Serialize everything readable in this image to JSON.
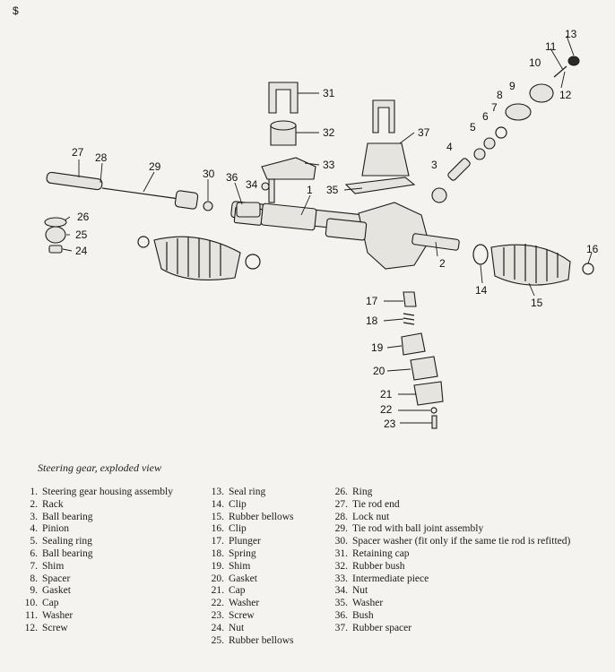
{
  "figure": {
    "title": "Steering gear, exploded view",
    "stray_mark": "$",
    "callouts": [
      "1",
      "2",
      "3",
      "4",
      "5",
      "6",
      "7",
      "8",
      "9",
      "10",
      "11",
      "12",
      "13",
      "14",
      "15",
      "16",
      "17",
      "18",
      "19",
      "20",
      "21",
      "22",
      "23",
      "24",
      "25",
      "26",
      "27",
      "28",
      "29",
      "30",
      "31",
      "32",
      "33",
      "34",
      "35",
      "36",
      "37"
    ]
  },
  "legend": {
    "col1": [
      {
        "n": "1.",
        "t": "Steering gear housing assembly"
      },
      {
        "n": "2.",
        "t": "Rack"
      },
      {
        "n": "3.",
        "t": "Ball bearing"
      },
      {
        "n": "4.",
        "t": "Pinion"
      },
      {
        "n": "5.",
        "t": "Sealing ring"
      },
      {
        "n": "6.",
        "t": "Ball bearing"
      },
      {
        "n": "7.",
        "t": "Shim"
      },
      {
        "n": "8.",
        "t": "Spacer"
      },
      {
        "n": "9.",
        "t": "Gasket"
      },
      {
        "n": "10.",
        "t": "Cap"
      },
      {
        "n": "11.",
        "t": "Washer"
      },
      {
        "n": "12.",
        "t": "Screw"
      }
    ],
    "col2": [
      {
        "n": "13.",
        "t": "Seal ring"
      },
      {
        "n": "14.",
        "t": "Clip"
      },
      {
        "n": "15.",
        "t": "Rubber bellows"
      },
      {
        "n": "16.",
        "t": "Clip"
      },
      {
        "n": "17.",
        "t": "Plunger"
      },
      {
        "n": "18.",
        "t": "Spring"
      },
      {
        "n": "19.",
        "t": "Shim"
      },
      {
        "n": "20.",
        "t": "Gasket"
      },
      {
        "n": "21.",
        "t": "Cap"
      },
      {
        "n": "22.",
        "t": "Washer"
      },
      {
        "n": "23.",
        "t": "Screw"
      },
      {
        "n": "24.",
        "t": "Nut"
      },
      {
        "n": "25.",
        "t": "Rubber bellows"
      }
    ],
    "col3": [
      {
        "n": "26.",
        "t": "Ring"
      },
      {
        "n": "27.",
        "t": "Tie rod end"
      },
      {
        "n": "28.",
        "t": "Lock nut"
      },
      {
        "n": "29.",
        "t": "Tie rod with ball joint assembly"
      },
      {
        "n": "30.",
        "t": "Spacer washer (fit only if the same tie rod is refitted)"
      },
      {
        "n": "31.",
        "t": "Retaining cap"
      },
      {
        "n": "32.",
        "t": "Rubber bush"
      },
      {
        "n": "33.",
        "t": "Intermediate piece"
      },
      {
        "n": "34.",
        "t": "Nut"
      },
      {
        "n": "35.",
        "t": "Washer"
      },
      {
        "n": "36.",
        "t": "Bush"
      },
      {
        "n": "37.",
        "t": "Rubber spacer"
      }
    ]
  }
}
